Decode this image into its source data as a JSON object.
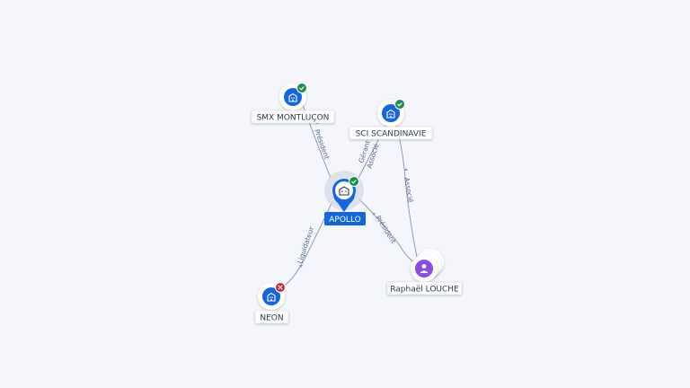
{
  "nodes": {
    "apollo": {
      "label": "APOLLO",
      "type": "company",
      "status": "active",
      "focus": true
    },
    "smx": {
      "label": "SMX MONTLUÇON",
      "type": "company",
      "status": "active"
    },
    "sci": {
      "label": "SCI SCANDINAVIE",
      "type": "company",
      "status": "active"
    },
    "neon": {
      "label": "NEON",
      "type": "company",
      "status": "closed"
    },
    "raphael": {
      "label": "Raphaël LOUCHE",
      "type": "person"
    }
  },
  "edges": {
    "apollo_smx": "Président",
    "apollo_sci_1": "Gérant",
    "apollo_sci_2": "Associé",
    "apollo_neon": "Liquidateur",
    "apollo_raphael": "Président",
    "raphael_sci": "Associé"
  },
  "icons": {
    "company": "building-icon",
    "person": "person-icon",
    "active": "check-badge-icon",
    "closed": "cross-badge-icon"
  },
  "colors": {
    "company_blue": "#1565e0",
    "person_purple": "#8a4fe0",
    "active_green": "#1e8e4f",
    "closed_red": "#d6243f",
    "edge": "#8e9ab4",
    "label_text": "#2e3a4f",
    "focus_label_bg": "#1565e0"
  }
}
